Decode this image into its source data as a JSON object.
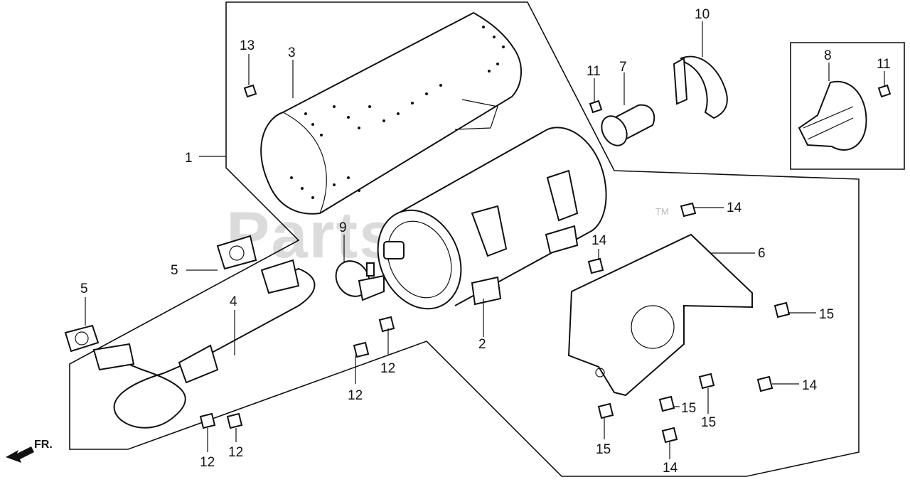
{
  "watermark": {
    "text": "PartsTree",
    "trademark": "TM"
  },
  "orientation": {
    "label": "FR."
  },
  "callouts": [
    {
      "id": "c1",
      "label": "1"
    },
    {
      "id": "c2",
      "label": "2"
    },
    {
      "id": "c3",
      "label": "3"
    },
    {
      "id": "c4",
      "label": "4"
    },
    {
      "id": "c5a",
      "label": "5"
    },
    {
      "id": "c5b",
      "label": "5"
    },
    {
      "id": "c6",
      "label": "6"
    },
    {
      "id": "c7",
      "label": "7"
    },
    {
      "id": "c8",
      "label": "8"
    },
    {
      "id": "c9",
      "label": "9"
    },
    {
      "id": "c10",
      "label": "10"
    },
    {
      "id": "c11a",
      "label": "11"
    },
    {
      "id": "c11b",
      "label": "11"
    },
    {
      "id": "c12a",
      "label": "12"
    },
    {
      "id": "c12b",
      "label": "12"
    },
    {
      "id": "c12c",
      "label": "12"
    },
    {
      "id": "c12d",
      "label": "12"
    },
    {
      "id": "c13",
      "label": "13"
    },
    {
      "id": "c14a",
      "label": "14"
    },
    {
      "id": "c14b",
      "label": "14"
    },
    {
      "id": "c14c",
      "label": "14"
    },
    {
      "id": "c14d",
      "label": "14"
    },
    {
      "id": "c15a",
      "label": "15"
    },
    {
      "id": "c15b",
      "label": "15"
    },
    {
      "id": "c15c",
      "label": "15"
    },
    {
      "id": "c15d",
      "label": "15"
    }
  ]
}
